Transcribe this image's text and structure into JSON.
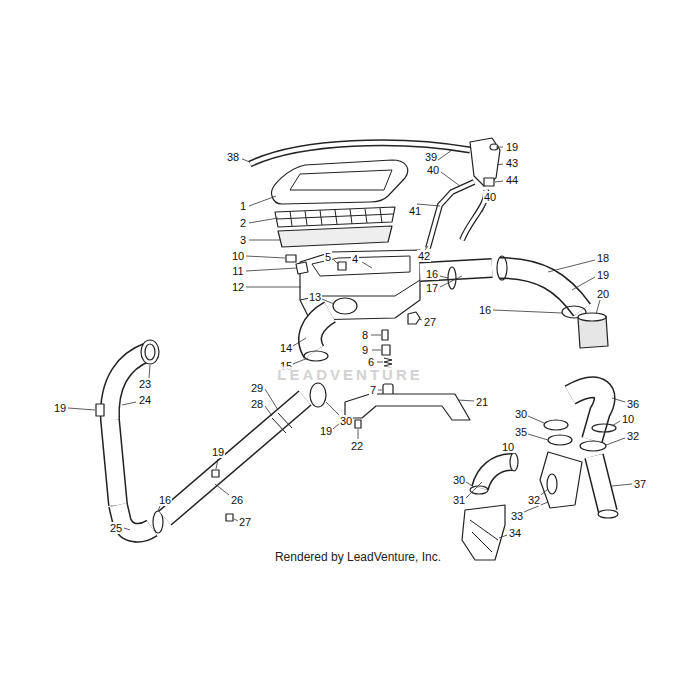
{
  "diagram": {
    "labels": [
      "38",
      "39",
      "19",
      "43",
      "40",
      "44",
      "1",
      "2",
      "40",
      "3",
      "41",
      "42",
      "10",
      "5",
      "4",
      "11",
      "16",
      "17",
      "18",
      "19",
      "12",
      "20",
      "13",
      "16",
      "27",
      "8",
      "14",
      "9",
      "6",
      "23",
      "15",
      "7",
      "24",
      "29",
      "28",
      "21",
      "30",
      "36",
      "19",
      "30",
      "10",
      "35",
      "32",
      "19",
      "22",
      "10",
      "19",
      "37",
      "30",
      "16",
      "32",
      "26",
      "31",
      "33",
      "27",
      "34",
      "25",
      "Rendered by LeadVenture, Inc.",
      "LEADVENTURE"
    ]
  }
}
